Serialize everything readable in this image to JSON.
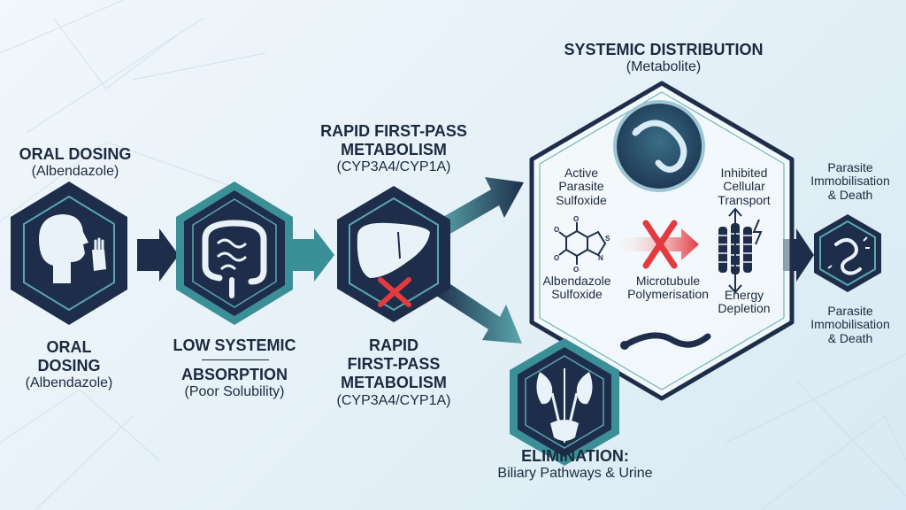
{
  "colors": {
    "navy": "#1e2e4a",
    "teal": "#3b8f96",
    "light_teal": "#5aa7ad",
    "red": "#e23a3f",
    "background": "#e8f2f8"
  },
  "steps": {
    "oral": {
      "top_title": "ORAL DOSING",
      "top_sub": "(Albendazole)",
      "bottom_title_line1": "ORAL",
      "bottom_title_line2": "DOSING",
      "bottom_sub": "(Albendazole)",
      "icon": "oral-dosing-icon"
    },
    "absorption": {
      "title_line1": "LOW SYSTEMIC",
      "title_line2": "ABSORPTION",
      "sub": "(Poor Solubility)",
      "icon": "intestine-icon"
    },
    "metabolism": {
      "top_title_line1": "RAPID FIRST-PASS",
      "top_title_line2": "METABOLISM",
      "top_sub": "(CYP3A4/CYP1A)",
      "bottom_title_line1": "RAPID",
      "bottom_title_line2": "FIRST-PASS",
      "bottom_title_line3": "METABOLISM",
      "bottom_sub": "(CYP3A4/CYP1A)",
      "icon": "liver-icon"
    },
    "distribution": {
      "title": "SYSTEMIC DISTRIBUTION",
      "sub": "(Metabolite)",
      "active_line1": "Active",
      "active_line2": "Parasite",
      "active_line3": "Sulfoxide",
      "compound_line1": "Albendazole",
      "compound_line2": "Sulfoxide",
      "microtubule_line1": "Microtubule",
      "microtubule_line2": "Polymerisation",
      "inhibited_line1": "Inhibited",
      "inhibited_line2": "Cellular",
      "inhibited_line3": "Transport",
      "energy_line1": "Energy",
      "energy_line2": "Depletion",
      "icon": "parasite-cell-icon"
    },
    "outcome": {
      "top_line1": "Parasite",
      "top_line2": "Immobilisation",
      "top_line3": "& Death",
      "bottom_line1": "Parasite",
      "bottom_line2": "Immobilisation",
      "bottom_line3": "& Death",
      "icon": "dead-worm-icon"
    },
    "elimination": {
      "title": "ELIMINATION:",
      "sub": "Biliary Pathways & Urine",
      "icon": "kidney-bladder-icon"
    }
  }
}
